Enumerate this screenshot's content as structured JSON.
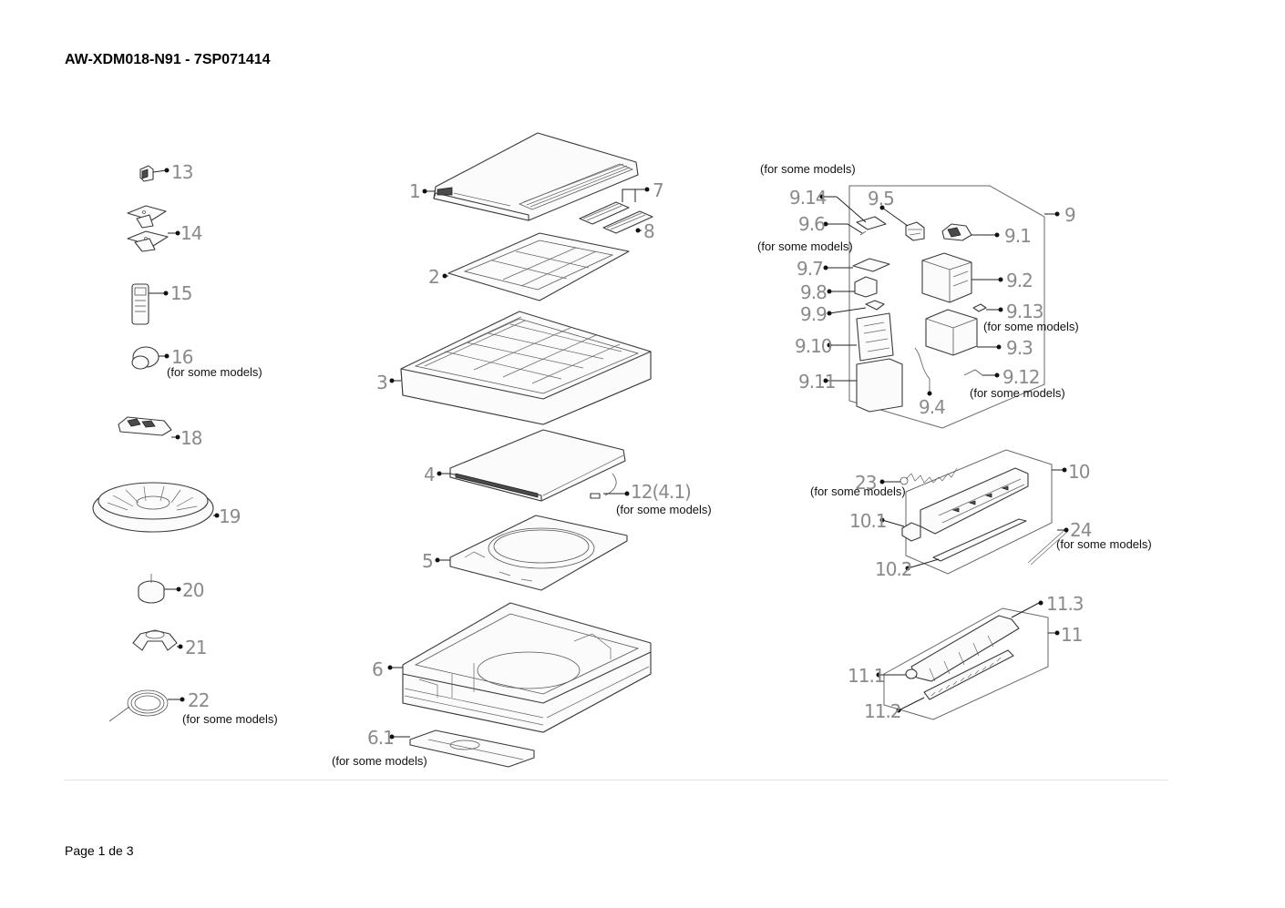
{
  "header": {
    "title": "AW-XDM018-N91 - 7SP071414"
  },
  "footer": {
    "page": "Page 1 de 3"
  },
  "note_text": "(for some models)",
  "labels": {
    "p1": "1",
    "p2": "2",
    "p3": "3",
    "p4": "4",
    "p5": "5",
    "p6": "6",
    "p6_1": "6.1",
    "p7": "7",
    "p8": "8",
    "p9": "9",
    "p9_1": "9.1",
    "p9_2": "9.2",
    "p9_3": "9.3",
    "p9_4": "9.4",
    "p9_5": "9.5",
    "p9_6": "9.6",
    "p9_7": "9.7",
    "p9_8": "9.8",
    "p9_9": "9.9",
    "p9_10": "9.10",
    "p9_11": "9.11",
    "p9_12": "9.12",
    "p9_13": "9.13",
    "p9_14": "9.14",
    "p10": "10",
    "p10_1": "10.1",
    "p10_2": "10.2",
    "p11": "11",
    "p11_1": "11.1",
    "p11_2": "11.2",
    "p11_3": "11.3",
    "p12": "12(4.1)",
    "p13": "13",
    "p14": "14",
    "p15": "15",
    "p16": "16",
    "p18": "18",
    "p19": "19",
    "p20": "20",
    "p21": "21",
    "p22": "22",
    "p23": "23",
    "p24": "24"
  }
}
